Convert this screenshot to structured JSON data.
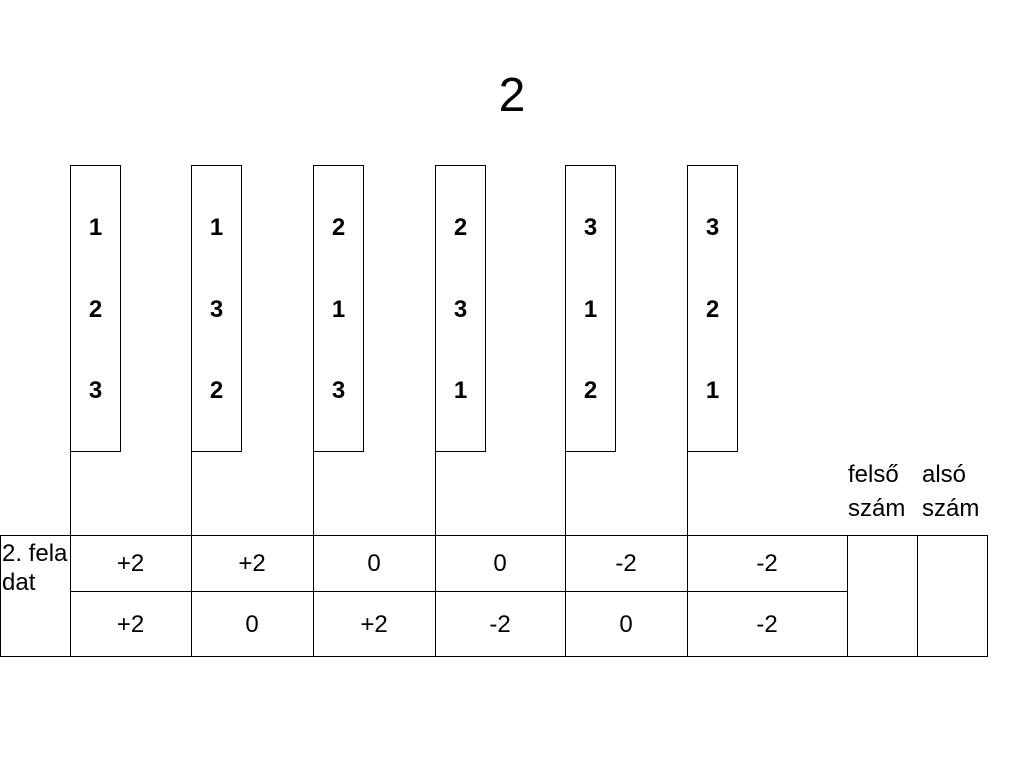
{
  "title": "2",
  "permutations": [
    [
      "1",
      "2",
      "3"
    ],
    [
      "1",
      "3",
      "2"
    ],
    [
      "2",
      "1",
      "3"
    ],
    [
      "2",
      "3",
      "1"
    ],
    [
      "3",
      "1",
      "2"
    ],
    [
      "3",
      "2",
      "1"
    ]
  ],
  "column_labels": {
    "upper": "felső szám",
    "lower": "alsó szám"
  },
  "row_label": "2. feladat",
  "table": {
    "row1": [
      "+2",
      "+2",
      "0",
      "0",
      "-2",
      "-2"
    ],
    "row2": [
      "+2",
      "0",
      "+2",
      "-2",
      "0",
      "-2"
    ]
  }
}
